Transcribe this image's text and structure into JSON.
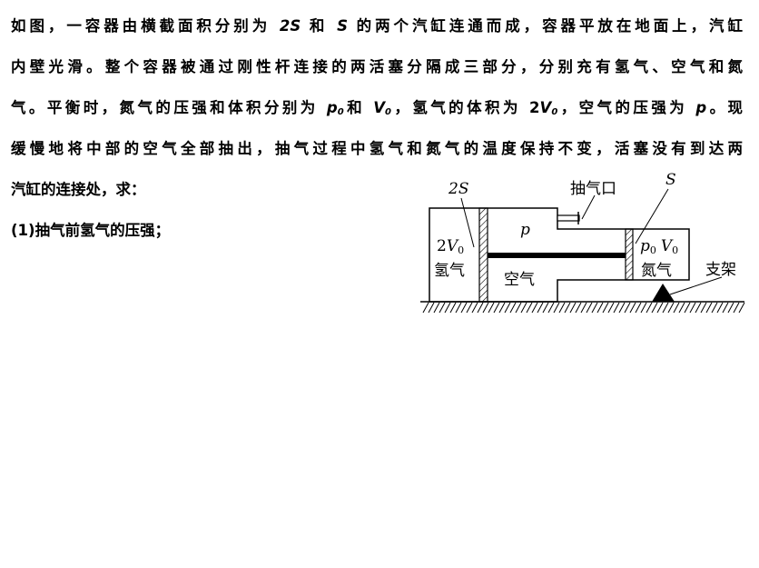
{
  "problem": {
    "lines": [
      [
        {
          "t": "如图，一容器由横截面积分别为 "
        },
        {
          "v": "2S"
        },
        {
          "t": " 和 "
        },
        {
          "v": "S"
        },
        {
          "t": " 的两个汽缸连通而成，容器平放在地面上，汽缸"
        }
      ],
      [
        {
          "t": "内壁光滑。整个容器被通过刚性杆连接的两活塞分隔成三部分，分别充有氢气、空气和氮"
        }
      ],
      [
        {
          "t": "气。平衡时，氮气的压强和体积分别为 "
        },
        {
          "v": "p",
          "s": "0"
        },
        {
          "t": "和 "
        },
        {
          "v": "V",
          "s": "0"
        },
        {
          "t": "，氢气的体积为 2"
        },
        {
          "v": "V",
          "s": "0"
        },
        {
          "t": "，空气的压强为 "
        },
        {
          "v": "p"
        },
        {
          "t": "。现"
        }
      ],
      [
        {
          "t": "缓慢地将中部的空气全部抽出，抽气过程中氢气和氮气的温度保持不变，活塞没有到达两"
        }
      ],
      [
        {
          "t": "汽缸的连接处，求："
        }
      ],
      [
        {
          "t": "(1)抽气前氢气的压强；"
        }
      ]
    ]
  },
  "diagram": {
    "label_2S": "2S",
    "label_outlet": "抽气口",
    "label_S": "S",
    "label_p": "p",
    "label_2V0": "2V",
    "label_2V0_sub": "0",
    "label_hydrogen": "氢气",
    "label_air": "空气",
    "label_p0": "p",
    "label_p0_sub": "0",
    "label_V0": "V",
    "label_V0_sub": "0",
    "label_nitrogen": "氮气",
    "label_support": "支架"
  }
}
